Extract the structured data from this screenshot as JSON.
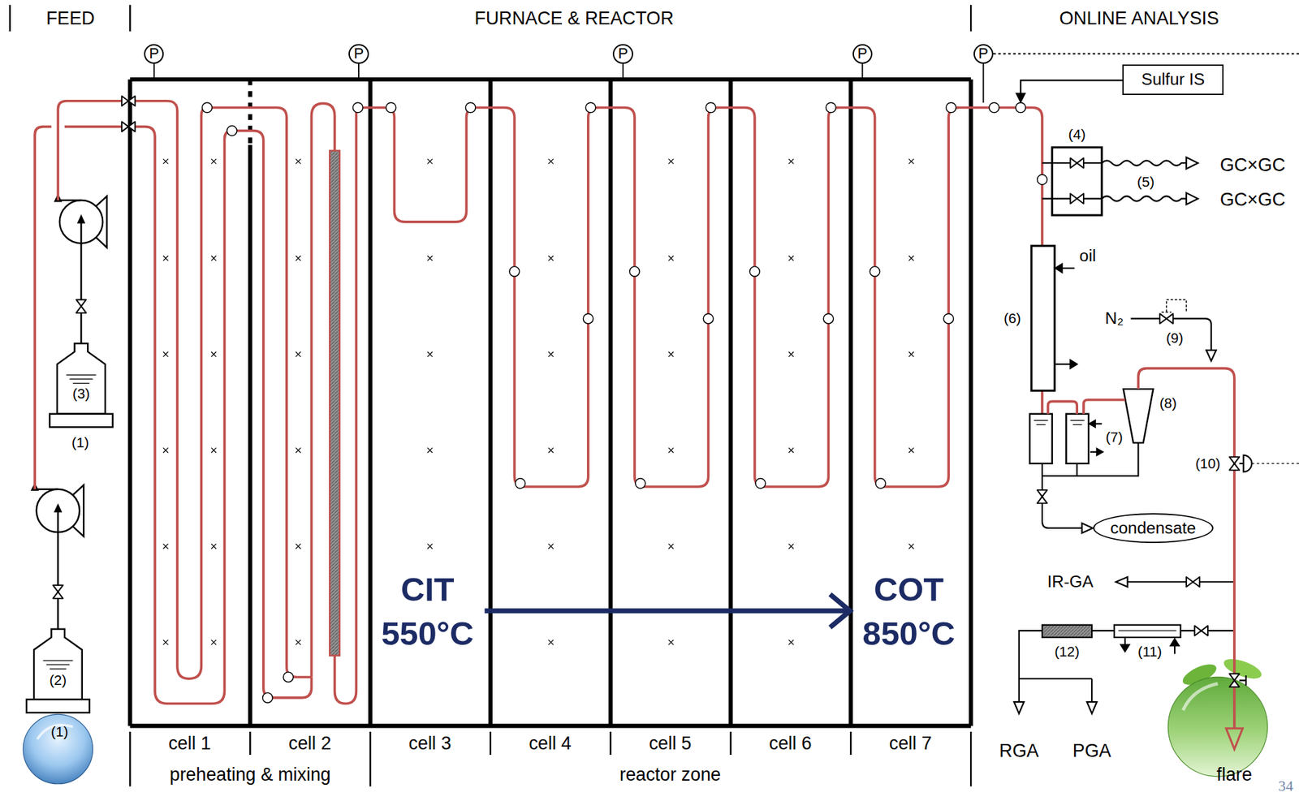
{
  "diagram": {
    "nodes": [
      {
        "text": [
          "P"
        ]
      },
      {
        "text": [
          "P"
        ]
      },
      {
        "text": [
          "P"
        ]
      },
      {
        "text": [
          "P"
        ]
      },
      {
        "text": [
          "P"
        ]
      },
      {
        "text": [
          "Sulfur IS"
        ]
      },
      {
        "text": [
          "condensate"
        ]
      }
    ],
    "labels": [
      "FEED",
      "FURNACE & REACTOR",
      "ONLINE ANALYSIS",
      "(3)",
      "(1)",
      "(2)",
      "(1)",
      "CIT",
      "550°C",
      "COT",
      "850°C",
      "cell 1",
      "cell 2",
      "cell 3",
      "cell 4",
      "cell 5",
      "cell 6",
      "cell 7",
      "preheating & mixing",
      "reactor zone",
      "(4)",
      "GC×GC",
      "(5)",
      "GC×GC",
      "oil",
      "(6)",
      "N₂",
      "(9)",
      "(7)",
      "(8)",
      "(10)",
      "IR-GA",
      "(12)",
      "(11)",
      "RGA",
      "PGA",
      "flare",
      "34"
    ]
  }
}
